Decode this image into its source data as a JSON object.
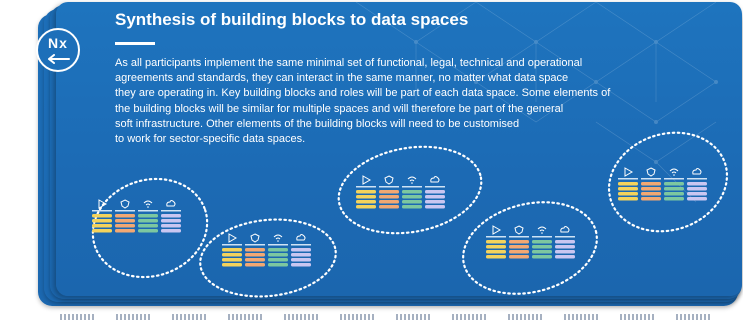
{
  "slide": {
    "logo_text": "Nx",
    "title": "Synthesis of building blocks to data spaces",
    "body_lines": [
      "As all participants implement the same minimal set of functional, legal, technical and operational",
      "agreements and standards, they can interact in the same manner, no matter what data space",
      "they are operating in. Key building blocks and roles will be part of each data space. Some elements of",
      "the building blocks will be similar for multiple spaces and will therefore be part of the general",
      "soft infrastructure. Other elements of the building blocks will need to be customised",
      "to work for sector-specific data spaces."
    ]
  },
  "colors": {
    "background_blue": "#1d6fb9",
    "block_yellow": "#f3d35c",
    "block_orange": "#f2a873",
    "block_green": "#7cc7a0",
    "block_lavender": "#c9c6f1",
    "icon_white": "#ffffff"
  },
  "clusters": [
    {
      "icons": [
        "play-icon",
        "shield-icon",
        "wifi-icon",
        "cloud-icon"
      ]
    },
    {
      "icons": [
        "play-icon",
        "shield-icon",
        "wifi-icon",
        "cloud-icon"
      ]
    },
    {
      "icons": [
        "play-icon",
        "shield-icon",
        "wifi-icon",
        "cloud-icon"
      ]
    },
    {
      "icons": [
        "play-icon",
        "shield-icon",
        "wifi-icon",
        "cloud-icon"
      ]
    },
    {
      "icons": [
        "play-icon",
        "shield-icon",
        "wifi-icon",
        "cloud-icon"
      ]
    }
  ]
}
